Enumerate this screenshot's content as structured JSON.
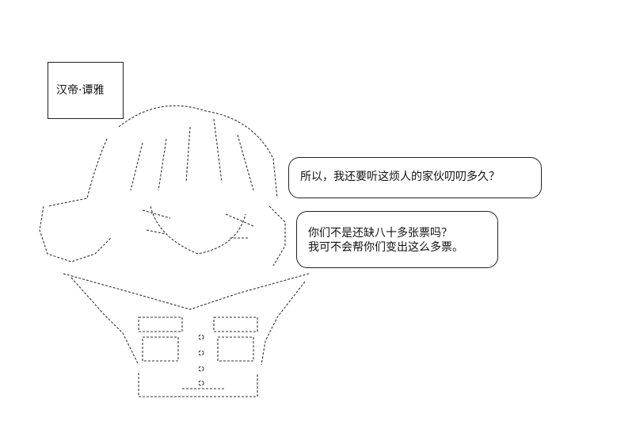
{
  "caption": {
    "text": "汉帝·谭雅"
  },
  "dialogue": [
    {
      "lines": [
        "所以，我还要听这烦人的家伙叨叨多久？"
      ]
    },
    {
      "lines": [
        "你们不是还缺八十多张票吗？",
        "我可不会帮你们变出这么多票。"
      ]
    }
  ],
  "colors": {
    "ink": "#111111",
    "paper": "#ffffff"
  }
}
